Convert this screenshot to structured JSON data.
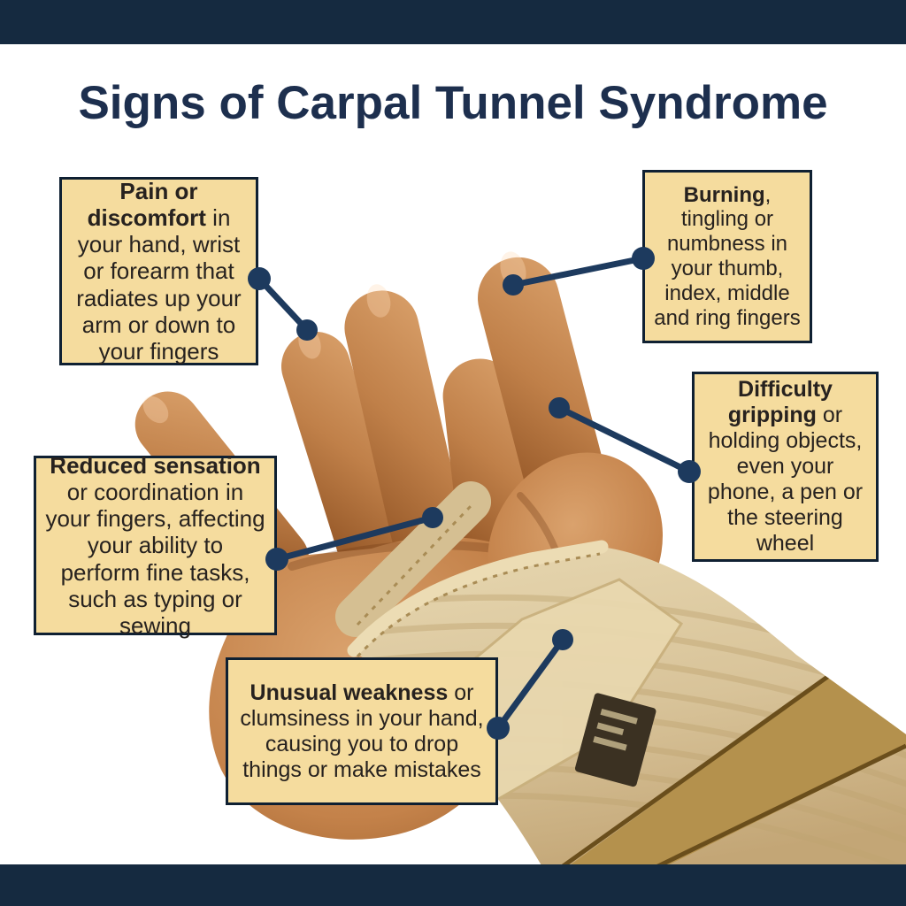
{
  "title": "Signs of Carpal Tunnel Syndrome",
  "colors": {
    "bar-navy": "#152a40",
    "title-navy": "#1d2f4e",
    "connector-navy": "#1d3a5e",
    "box-fill": "#f5dc9e",
    "box-border": "#0f2032",
    "body-text": "#27221f",
    "skin-light": "#d9a06a",
    "skin-dark": "#9a5c2b",
    "brace-tan": "#d8c399"
  },
  "callouts": [
    {
      "id": "pain",
      "bold": "Pain or discomfort",
      "rest": " in your hand, wrist or forearm that radiates up your arm or down to your fingers"
    },
    {
      "id": "burning",
      "bold": "Burning",
      "rest": ", tingling or numbness in your thumb, index, middle and ring fingers"
    },
    {
      "id": "gripping",
      "bold": "Difficulty gripping",
      "rest": " or holding objects, even your phone, a pen or the steering wheel"
    },
    {
      "id": "sensation",
      "bold": "Reduced sensation",
      "rest": " or coordination in your fingers, affecting your ability to perform fine tasks, such as typing or sewing"
    },
    {
      "id": "weakness",
      "bold": "Unusual weakness",
      "rest": " or clumsiness in your hand, causing you to drop things or make mistakes"
    }
  ]
}
